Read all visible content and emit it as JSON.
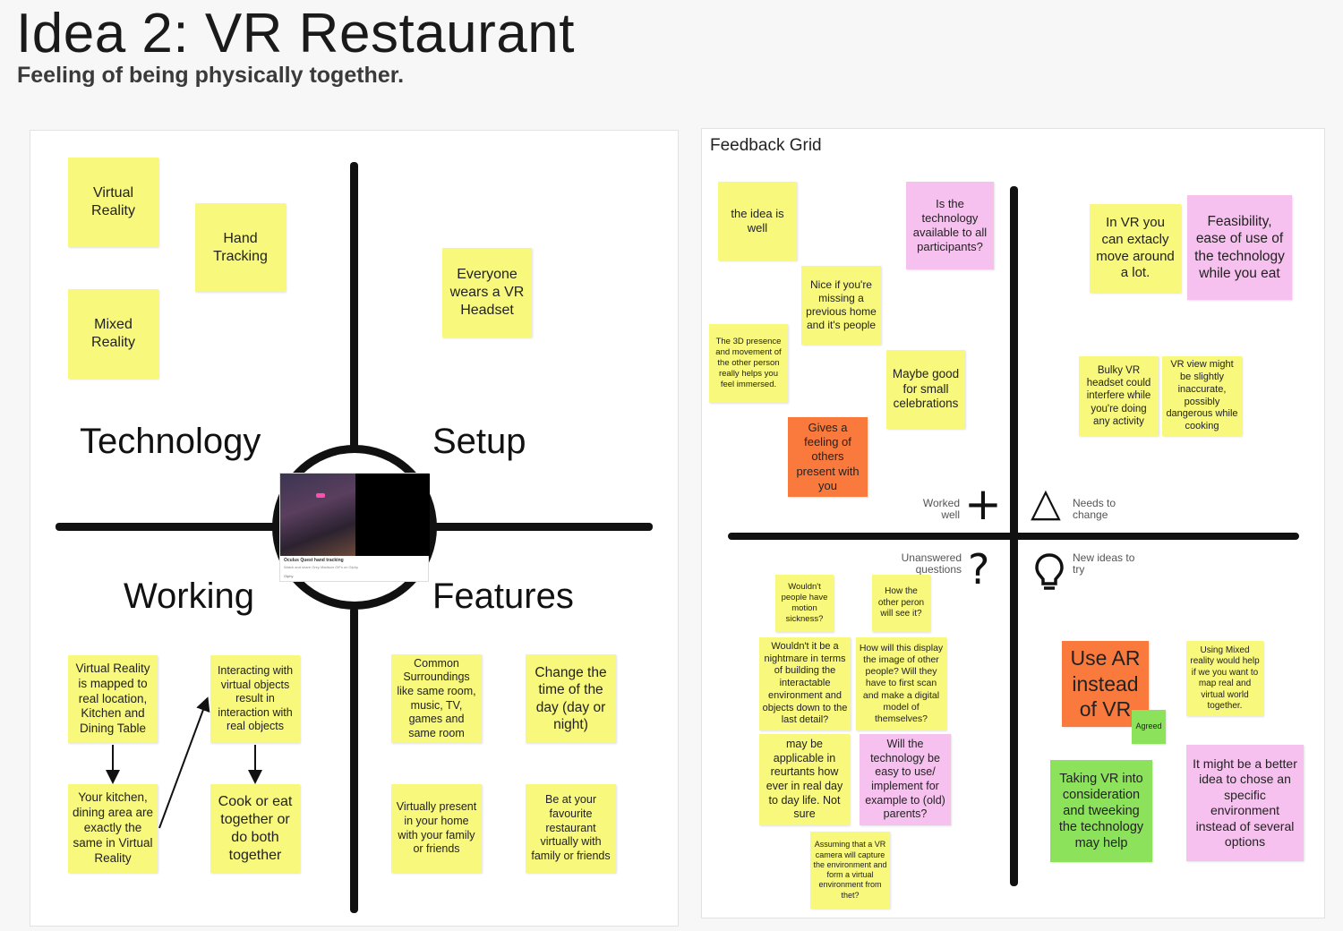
{
  "header": {
    "title": "Idea 2: VR Restaurant",
    "subtitle": "Feeling of being physically together."
  },
  "left_board": {
    "quadrants": {
      "technology": "Technology",
      "setup": "Setup",
      "working": "Working",
      "features": "Features"
    },
    "stickies": {
      "virtual_reality": "Virtual Reality",
      "hand_tracking": "Hand Tracking",
      "mixed_reality": "Mixed Reality",
      "everyone_headset": "Everyone wears a VR Headset",
      "vr_mapped": "Virtual Reality is mapped to real location, Kitchen and Dining Table",
      "interacting": "Interacting with virtual objects result in interaction with real objects",
      "kitchen_same": "Your kitchen, dining area are exactly the same in Virtual Reality",
      "cook_eat": "Cook or eat together or do both together",
      "common_surroundings": "Common Surroundings like same room, music, TV, games and same room",
      "change_time": "Change the time of the day (day or night)",
      "virtually_present": "Virtually present in your home with your family or friends",
      "favourite_restaurant": "Be at your favourite restaurant virtually with family or friends"
    },
    "video": {
      "caption": "Oculus Quest hand tracking",
      "subcaption": "Watch and share Grey Madison GIFs on Giphy",
      "source": "Giphy"
    }
  },
  "feedback_grid": {
    "title": "Feedback Grid",
    "quadrant_labels": {
      "worked_well": "Worked well",
      "needs_change": "Needs to change",
      "unanswered": "Unanswered questions",
      "new_ideas": "New ideas to try"
    },
    "symbols": {
      "plus": "+",
      "triangle": "△",
      "question": "?",
      "bulb_icon": "lightbulb-icon"
    },
    "stickies": {
      "idea_well": "the idea is well",
      "tech_available": "Is the technology available to all participants?",
      "nice_missing": "Nice if you're missing a previous home and it's people",
      "presence_3d": "The 3D presence and movement of the other person really helps you feel immersed.",
      "small_celebrations": "Maybe good for small celebrations",
      "feeling_others": "Gives a feeling of others present with you",
      "move_around": "In VR you can extacly move around a lot.",
      "feasibility": "Feasibility, ease of use of the technology while you eat",
      "bulky_headset": "Bulky VR headset could interfere while you're doing any activity",
      "view_inaccurate": "VR view might be slightly inaccurate, possibly dangerous while cooking",
      "motion_sickness": "Wouldn't people have motion sickness?",
      "other_peron": "How the other peron will see it?",
      "nightmare": "Wouldn't it be a nightmare in terms of building the interactable environment and objects down to the last detail?",
      "display_image": "How will this display the image of other people? Will they have to first scan and make a digital model of themselves?",
      "restaurants": "may be applicable in reurtants how ever in real day to day life. Not sure",
      "easy_parents": "Will the technology be easy to use/ implement for example to (old) parents?",
      "camera_capture": "Assuming that a VR camera will capture the environment and form a virtual environment from thet?",
      "use_ar": "Use AR instead of VR",
      "agreed": "Agreed",
      "mixed_reality_help": "Using Mixed reality would help if we you want to map real and virtual world together.",
      "tweeking": "Taking VR into consideration and tweeking the technology may help",
      "specific_env": "It might be a better idea to chose an specific environment instead of several options"
    }
  },
  "colors": {
    "yellow": "#f8f87c",
    "pink": "#f6c1ee",
    "orange": "#f97a3c",
    "green": "#8de25c"
  }
}
